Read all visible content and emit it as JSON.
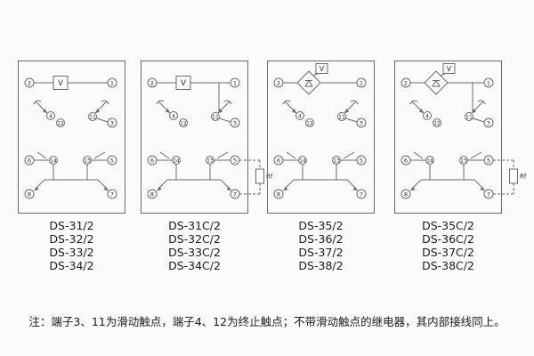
{
  "terminals": {
    "t1": "1",
    "t2": "2",
    "t3": "3",
    "t4": "4",
    "t5": "5",
    "t6": "6",
    "t7": "7",
    "t8": "8",
    "t11": "11",
    "t12": "12",
    "t13": "13",
    "t14": "14"
  },
  "labels": {
    "v": "V",
    "rf": "Rf"
  },
  "icons": {
    "rectifier": "bridge-rectifier-diamond",
    "contact": "switch-contact-arrow"
  },
  "panels": [
    {
      "variant": "basic",
      "models": [
        "DS-31/2",
        "DS-32/2",
        "DS-33/2",
        "DS-34/2"
      ]
    },
    {
      "variant": "with-rf-resistor",
      "models": [
        "DS-31C/2",
        "DS-32C/2",
        "DS-33C/2",
        "DS-34C/2"
      ]
    },
    {
      "variant": "rectifier",
      "models": [
        "DS-35/2",
        "DS-36/2",
        "DS-37/2",
        "DS-38/2"
      ]
    },
    {
      "variant": "rectifier-with-rf",
      "models": [
        "DS-35C/2",
        "DS-36C/2",
        "DS-37C/2",
        "DS-38C/2"
      ]
    }
  ],
  "note": "注：端子3、11为滑动触点，端子4、12为终止触点；不带滑动触点的继电器，其内部接线同上。",
  "colors": {
    "line": "#6b6b6b",
    "text": "#2e2e2e",
    "background": "#fbfbfb"
  }
}
